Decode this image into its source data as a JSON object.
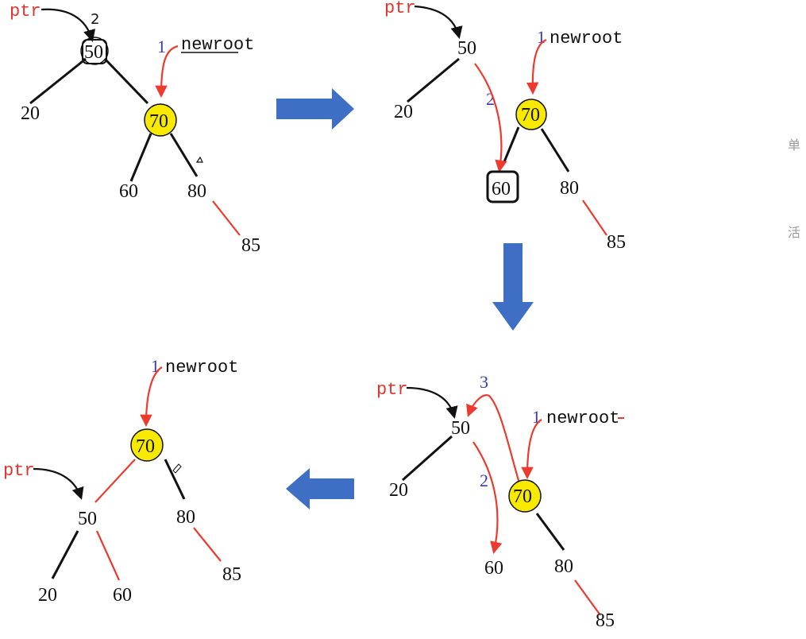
{
  "panels": {
    "p1": {
      "ptr": "ptr",
      "step2": "2",
      "step1": "1",
      "newroot": "newroot",
      "n50": "50",
      "n70": "70",
      "n20": "20",
      "n60": "60",
      "n80": "80",
      "n85": "85"
    },
    "p2": {
      "ptr": "ptr",
      "step1": "1",
      "newroot": "newroot",
      "step2": "2",
      "n50": "50",
      "n70": "70",
      "n20": "20",
      "n60": "60",
      "n80": "80",
      "n85": "85"
    },
    "p3": {
      "ptr": "ptr",
      "step3": "3",
      "step1": "1",
      "newroot": "newroot",
      "step2": "2",
      "n50": "50",
      "n70": "70",
      "n20": "20",
      "n60": "60",
      "n80": "80",
      "n85": "85"
    },
    "p4": {
      "step1": "1",
      "newroot": "newroot",
      "ptr": "ptr",
      "n70": "70",
      "n50": "50",
      "n80": "80",
      "n85": "85",
      "n20": "20",
      "n60": "60"
    }
  },
  "side_chars": [
    "单",
    "活"
  ],
  "colors": {
    "highlight_node": "#f7ea00",
    "pointer_red": "#ec3a2e",
    "arrow_blue": "#3e6fc4",
    "step_blue": "#3a3ab8"
  }
}
